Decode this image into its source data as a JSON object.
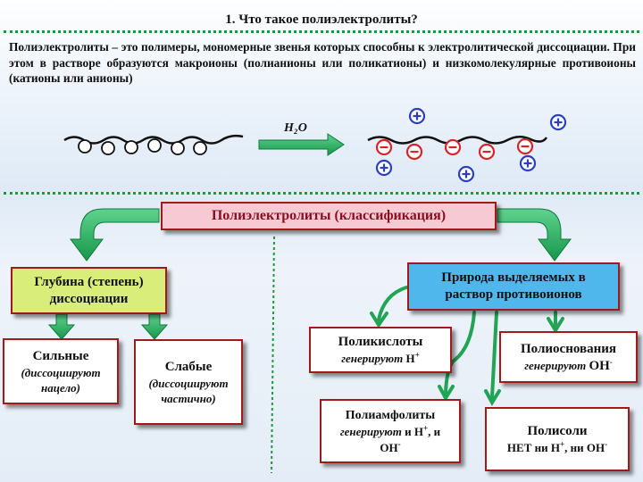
{
  "title": "1. Что такое полиэлектролиты?",
  "intro": "Полиэлектролиты – это полимеры, мономерные звенья которых способны к электролитической диссоциации. При этом в растворе образуются макроионы (полианионы или поликатионы) и низкомолекулярные противоионы (катионы или анионы)",
  "arrow_label": "H₂O",
  "classification": "Полиэлектролиты (классификация)",
  "depth": {
    "label": "Глубина (степень) диссоциации"
  },
  "strong": {
    "name": "Сильные",
    "note": "(диссоциируют нацело)"
  },
  "weak": {
    "name": "Слабые",
    "note": "(диссоциируют частично)"
  },
  "nature": {
    "label": "Природа выделяемых в раствор противоионов"
  },
  "polyacids": {
    "name": "Поликислоты",
    "gen": "генерируют",
    "ion": "H",
    "charge": "+"
  },
  "polybases": {
    "name": "Полиоснования",
    "gen": "генерируют",
    "ion": "OH",
    "charge": "-"
  },
  "ampholytes": {
    "name": "Полиамфолиты",
    "gen": "генерируют",
    "and1": "и",
    "ion1": "H",
    "charge1": "+",
    "and2": ", и",
    "ion2": "OH",
    "charge2": "-"
  },
  "polysalts": {
    "name": "Полисоли",
    "none": "НЕТ ни",
    "ion1": "H",
    "charge1": "+",
    "nor": ", ни",
    "ion2": "OH",
    "charge2": "-"
  },
  "colors": {
    "green": "#22a455",
    "red_border": "#a31818",
    "pink": "#f7c9d2",
    "yellow_green": "#d9ee7a",
    "blue": "#4fb7ec",
    "anion": "#d8232a",
    "cation": "#2b3fbf"
  }
}
